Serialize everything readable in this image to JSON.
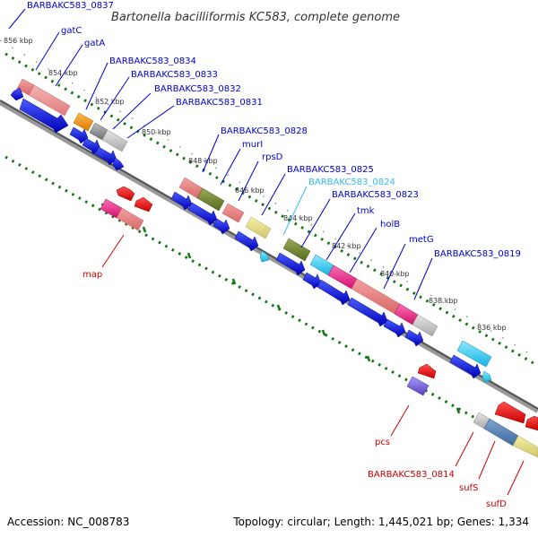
{
  "title": "Bartonella bacilliformis KC583, complete genome",
  "footer": {
    "accession": "Accession: NC_008783",
    "summary": "Topology: circular; Length: 1,445,021 bp; Genes: 1,334"
  },
  "ticks": [
    "856 kbp",
    "854 kbp",
    "852 kbp",
    "850 kbp",
    "848 kbp",
    "846 kbp",
    "844 kbp",
    "842 kbp",
    "840 kbp",
    "838 kbp",
    "836 kbp"
  ],
  "labels": {
    "barbakc583_0837": "BARBAKC583_0837",
    "gatc": "gatC",
    "gata": "gatA",
    "barbakc583_0834": "BARBAKC583_0834",
    "barbakc583_0833": "BARBAKC583_0833",
    "barbakc583_0832": "BARBAKC583_0832",
    "barbakc583_0831": "BARBAKC583_0831",
    "barbakc583_0828": "BARBAKC583_0828",
    "muri": "murI",
    "rpsd": "rpsD",
    "barbakc583_0825": "BARBAKC583_0825",
    "barbakc583_0824": "BARBAKC583_0824",
    "barbakc583_0823": "BARBAKC583_0823",
    "tmk": "tmk",
    "holb": "holB",
    "metg": "metG",
    "barbakc583_0819": "BARBAKC583_0819",
    "map": "map",
    "pcs": "pcs",
    "barbakc583_0814": "BARBAKC583_0814",
    "sufs": "sufS",
    "sufd": "sufD"
  },
  "colors": {
    "blue_label": "#0000cc",
    "cyan_label": "#33bbee",
    "red_label": "#cc0000",
    "backbone": "#888888",
    "tick": "#117711"
  }
}
